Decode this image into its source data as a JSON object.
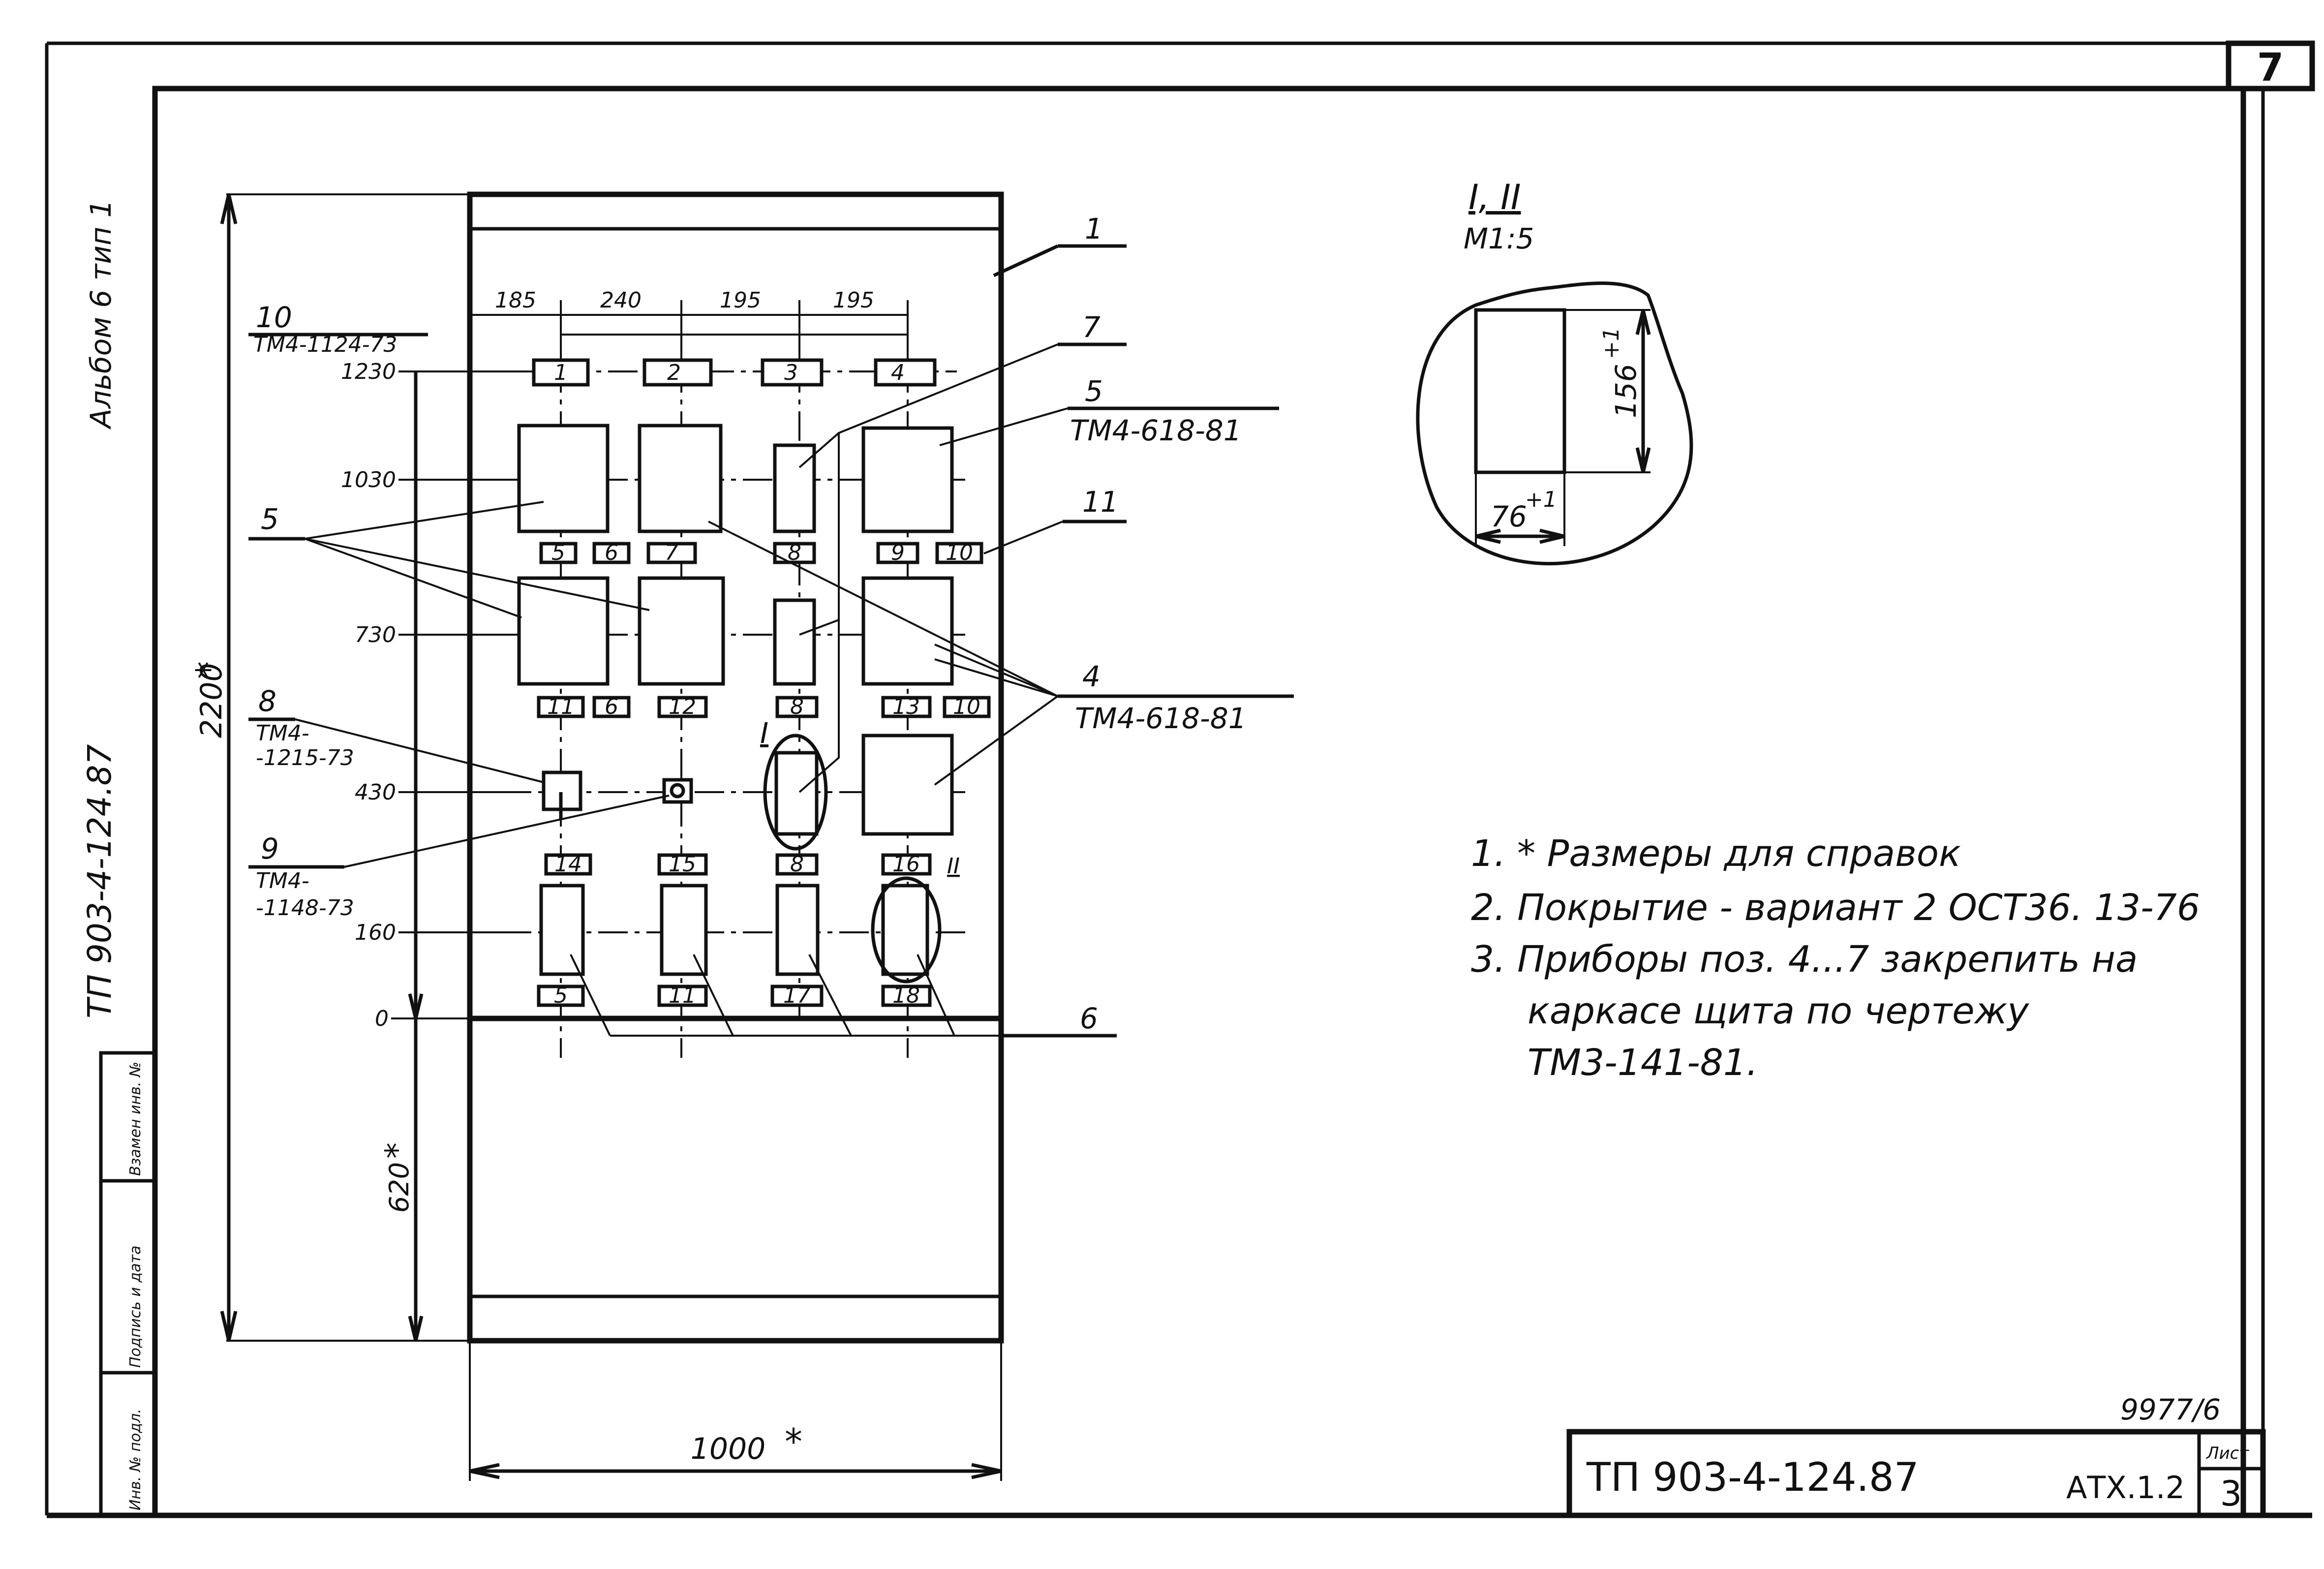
{
  "sheet": {
    "corner_number": "7",
    "side_title": "Альбом 6  тип 1",
    "side_code": "ТП 903-4-124.87",
    "stamp_cells": [
      "Инв. № подл.",
      "Подпись и дата",
      "Взамен инв. №"
    ]
  },
  "panel": {
    "overall_height": "2200",
    "lower_height": "620",
    "width": "1000",
    "star": "*",
    "level_labels": [
      "1230",
      "1030",
      "730",
      "430",
      "160",
      "0"
    ],
    "spacings": [
      "185",
      "240",
      "195",
      "195"
    ],
    "top_small_labels": [
      "1",
      "2",
      "3",
      "4"
    ],
    "row1_labels": [
      "5",
      "6",
      "7",
      "8",
      "9",
      "10"
    ],
    "row2_labels": [
      "11",
      "6",
      "12",
      "8",
      "13",
      "10"
    ],
    "row3_labels": [
      "14",
      "15",
      "8",
      "16"
    ],
    "row4_labels": [
      "5",
      "11",
      "17",
      "18"
    ],
    "view_marks": [
      "I",
      "II"
    ]
  },
  "callouts": {
    "c10": {
      "num": "10",
      "ref": "ТМ4-1124-73"
    },
    "c1": {
      "num": "1"
    },
    "c7": {
      "num": "7"
    },
    "c5r": {
      "num": "5",
      "ref": "ТМ4-618-81"
    },
    "c11": {
      "num": "11"
    },
    "c5l": {
      "num": "5"
    },
    "c4": {
      "num": "4",
      "ref": "ТМ4-618-81"
    },
    "c8": {
      "num": "8",
      "ref1": "ТМ4-",
      "ref2": "-1215-73"
    },
    "c9": {
      "num": "9",
      "ref1": "ТМ4-",
      "ref2": "-1148-73"
    },
    "c6": {
      "num": "6"
    }
  },
  "detail": {
    "title": "I, II",
    "scale": "М1:5",
    "height": "156",
    "width": "76",
    "tol": "+1"
  },
  "notes": [
    "1. * Размеры для справок",
    "2. Покрытие - вариант 2 ОСТ36. 13-76",
    "3. Приборы поз. 4...7 закрепить на",
    "каркасе щита по чертежу",
    "ТМ3-141-81."
  ],
  "title_block": {
    "number": "9977/6",
    "code": "ТП 903-4-124.87",
    "mark": "АТХ.1.2",
    "sheet_label": "Лист",
    "sheet_no": "3"
  }
}
